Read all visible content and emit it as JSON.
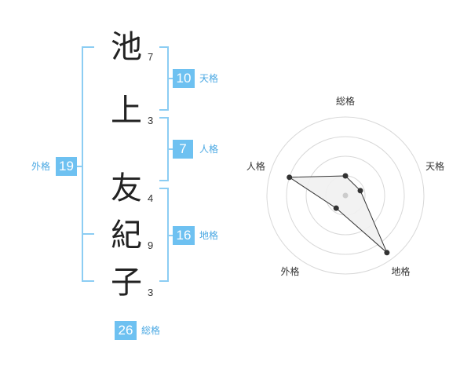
{
  "name": {
    "chars": [
      {
        "char": "池",
        "strokes": "7"
      },
      {
        "char": "上",
        "strokes": "3"
      },
      {
        "char": "友",
        "strokes": "4"
      },
      {
        "char": "紀",
        "strokes": "9"
      },
      {
        "char": "子",
        "strokes": "3"
      }
    ]
  },
  "kaku": {
    "tenkaku": {
      "value": "10",
      "label": "天格"
    },
    "jinkaku": {
      "value": "7",
      "label": "人格"
    },
    "chikaku": {
      "value": "16",
      "label": "地格"
    },
    "gaikaku": {
      "value": "19",
      "label": "外格"
    },
    "soukaku": {
      "value": "26",
      "label": "総格"
    }
  },
  "colors": {
    "accent": "#6ec1f1",
    "accent_text": "#4aa8e3",
    "bracket": "#8ccdf3",
    "ring": "#d8d8d8",
    "polygon_fill": "#f1f1f1"
  },
  "chart_data": {
    "type": "radar",
    "axes": [
      "総格",
      "天格",
      "地格",
      "外格",
      "人格"
    ],
    "values": [
      0.25,
      0.2,
      0.9,
      0.2,
      0.75
    ],
    "rings": 4,
    "range": [
      0,
      1
    ]
  }
}
